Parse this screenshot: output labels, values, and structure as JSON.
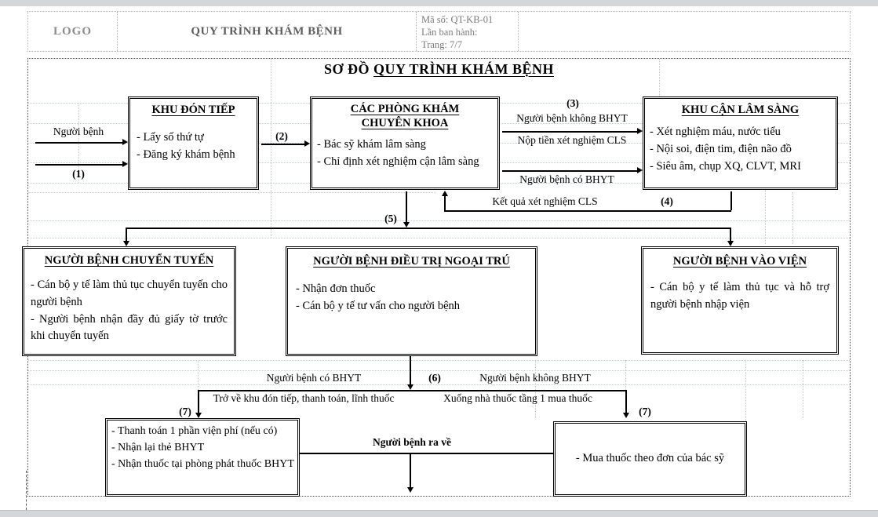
{
  "header": {
    "logo": "LOGO",
    "title": "QUY TRÌNH KHÁM BỆNH",
    "code": "Mã số: QT-KB-01",
    "issue": "Lần ban hành:",
    "page": "Trang: 7/7"
  },
  "diagram": {
    "title_plain": "SƠ ĐỒ",
    "title_underline": "QUY TRÌNH KHÁM BỆNH",
    "boxes": {
      "reception": {
        "title": "KHU ĐÓN TIẾP",
        "items": [
          "- Lấy số thứ tự",
          "- Đăng ký khám bệnh"
        ]
      },
      "clinics": {
        "title": "CÁC PHÒNG KHÁM CHUYÊN KHOA",
        "items": [
          "- Bác sỹ khám lâm sàng",
          "- Chỉ định xét nghiệm cận lâm sàng"
        ]
      },
      "paraclinical": {
        "title": "KHU CẬN LÂM SÀNG",
        "items": [
          "- Xét nghiệm máu, nước tiểu",
          "- Nội soi, điện tim, điện não đồ",
          "- Siêu âm, chụp XQ, CLVT, MRI"
        ]
      },
      "transfer": {
        "title": "NGƯỜI BỆNH CHUYỂN TUYẾN",
        "items": [
          "- Cán bộ y tế làm thủ tục chuyển tuyến cho người bệnh",
          "- Người bệnh nhận đầy đủ giấy tờ trước khi chuyển tuyến"
        ]
      },
      "outpatient": {
        "title": "NGƯỜI BỆNH ĐIỀU TRỊ NGOẠI TRÚ",
        "items": [
          "- Nhận đơn thuốc",
          "- Cán bộ y tế tư vấn cho người bệnh"
        ]
      },
      "admission": {
        "title": "NGƯỜI BỆNH VÀO VIỆN",
        "items": [
          "- Cán bộ y tế làm thủ tục và hỗ trợ người bệnh nhập viện"
        ]
      },
      "bhyt_checkout": {
        "items": [
          "- Thanh toán 1 phần viện phí (nếu có)",
          "- Nhận lại thẻ BHYT",
          "- Nhận thuốc tại phòng phát thuốc BHYT"
        ]
      },
      "pharmacy": {
        "items": [
          "- Mua thuốc theo đơn của bác sỹ"
        ]
      }
    },
    "labels": {
      "patient": "Người bệnh",
      "step1": "(1)",
      "step2": "(2)",
      "step3": "(3)",
      "step4": "(4)",
      "step5": "(5)",
      "step6": "(6)",
      "step7_left": "(7)",
      "step7_right": "(7)",
      "no_bhyt_top": "Người bệnh không BHYT",
      "pay_cls": "Nộp tiền xét nghiệm CLS",
      "has_bhyt_top": "Người bệnh có BHYT",
      "cls_result": "Kết quả xét nghiệm CLS",
      "has_bhyt_bottom": "Người bệnh có BHYT",
      "no_bhyt_bottom": "Người bệnh không BHYT",
      "return_reception": "Trở về khu đón tiếp, thanh toán, lĩnh thuốc",
      "go_pharmacy": "Xuống nhà thuốc tầng 1 mua thuốc",
      "leave": "Người bệnh ra về"
    }
  }
}
